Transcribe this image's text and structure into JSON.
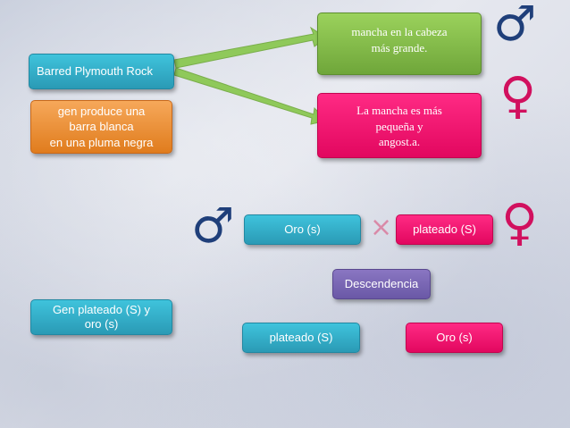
{
  "nodes": {
    "barred_plymouth": "Barred Plymouth Rock",
    "gene_desc": "gen produce una\nbarra blanca\nen una pluma negra",
    "male_spot": "mancha en la cabeza\nmás grande.",
    "female_spot": "La mancha es más\npequeña y\nangost.a.",
    "gold_parent": "Oro  (s)",
    "silver_parent": "plateado (S)",
    "descendance": "Descendencia",
    "gene_note": "Gen plateado (S) y\noro (s)",
    "silver_offspring": "plateado (S)",
    "gold_offspring": "Oro (s)"
  },
  "symbols": {
    "male": "♂",
    "female": "♀",
    "cross": "×"
  },
  "colors": {
    "male_symbol": "#1f3f7a",
    "female_symbol": "#d1105e",
    "arrow": "#8fc95a"
  }
}
